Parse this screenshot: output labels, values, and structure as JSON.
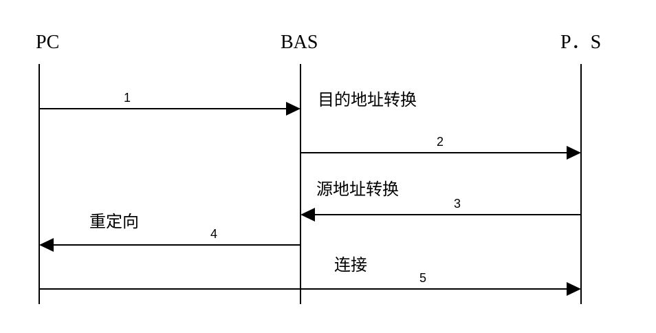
{
  "participants": {
    "pc": "PC",
    "bas": "BAS",
    "ps": "P．S"
  },
  "messages": [
    {
      "step": "1",
      "from": "PC",
      "to": "BAS",
      "note": ""
    },
    {
      "step": "2",
      "from": "BAS",
      "to": "P．S",
      "note": "目的地址转换"
    },
    {
      "step": "3",
      "from": "P．S",
      "to": "BAS",
      "note": "源地址转换"
    },
    {
      "step": "4",
      "from": "BAS",
      "to": "PC",
      "note": "重定向"
    },
    {
      "step": "5",
      "from": "PC",
      "to": "P．S",
      "note": "连接"
    }
  ]
}
